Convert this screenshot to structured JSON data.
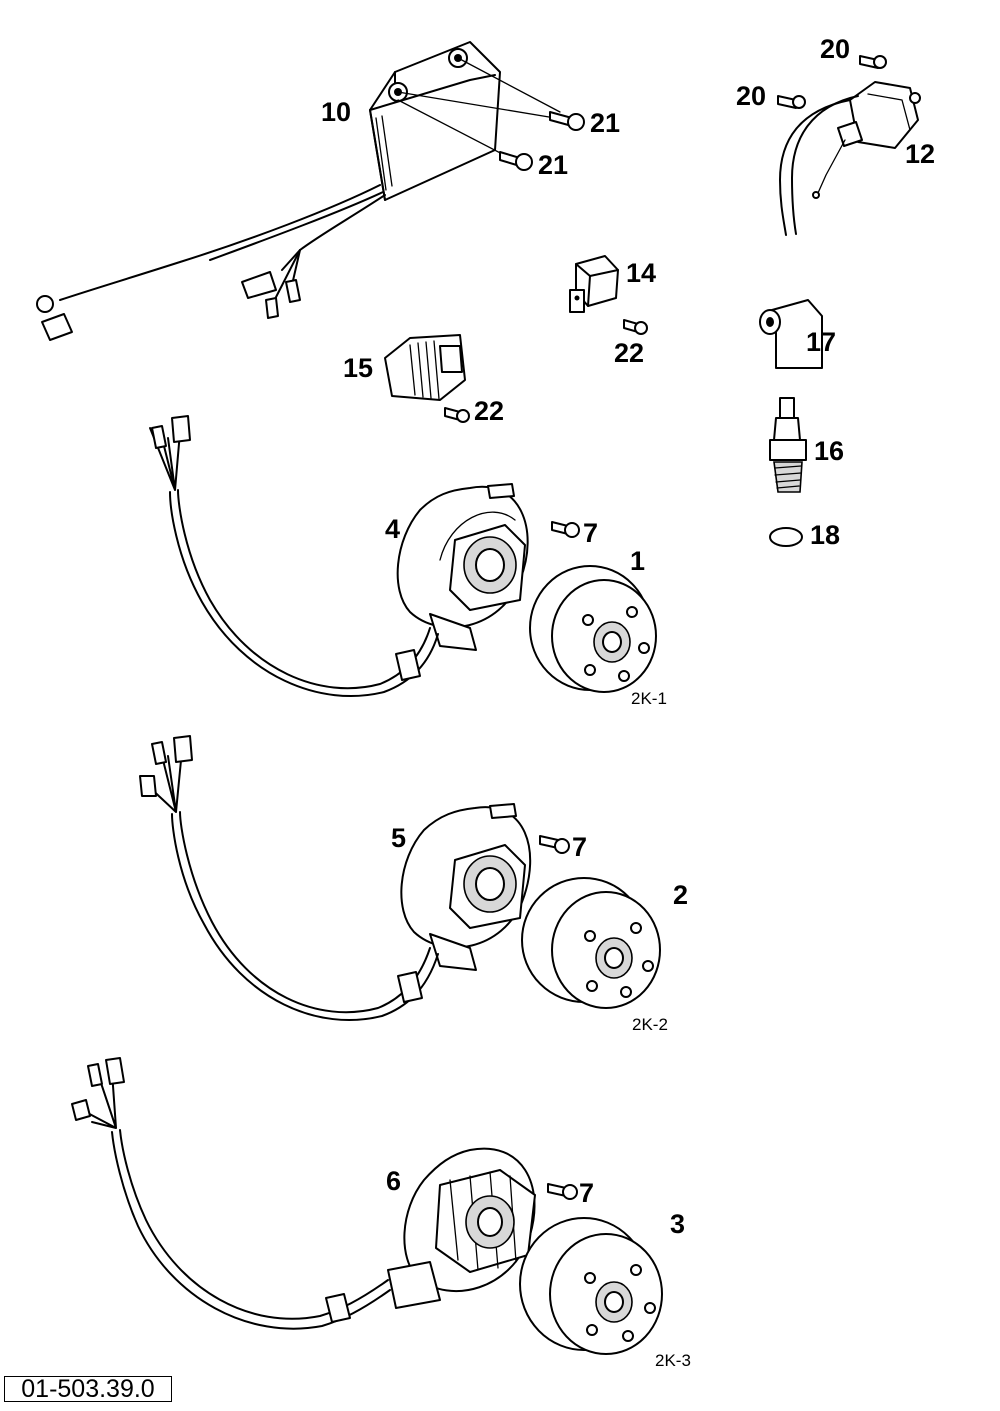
{
  "drawing_number": "01-503.39.0",
  "callouts": {
    "c1": "1",
    "c2": "2",
    "c3": "3",
    "c4": "4",
    "c5": "5",
    "c6": "6",
    "c7a": "7",
    "c7b": "7",
    "c7c": "7",
    "c10": "10",
    "c12": "12",
    "c14": "14",
    "c15": "15",
    "c16": "16",
    "c17": "17",
    "c18": "18",
    "c20a": "20",
    "c20b": "20",
    "c21a": "21",
    "c21b": "21",
    "c22a": "22",
    "c22b": "22"
  },
  "variants": {
    "v1": "2K-1",
    "v2": "2K-2",
    "v3": "2K-3"
  }
}
